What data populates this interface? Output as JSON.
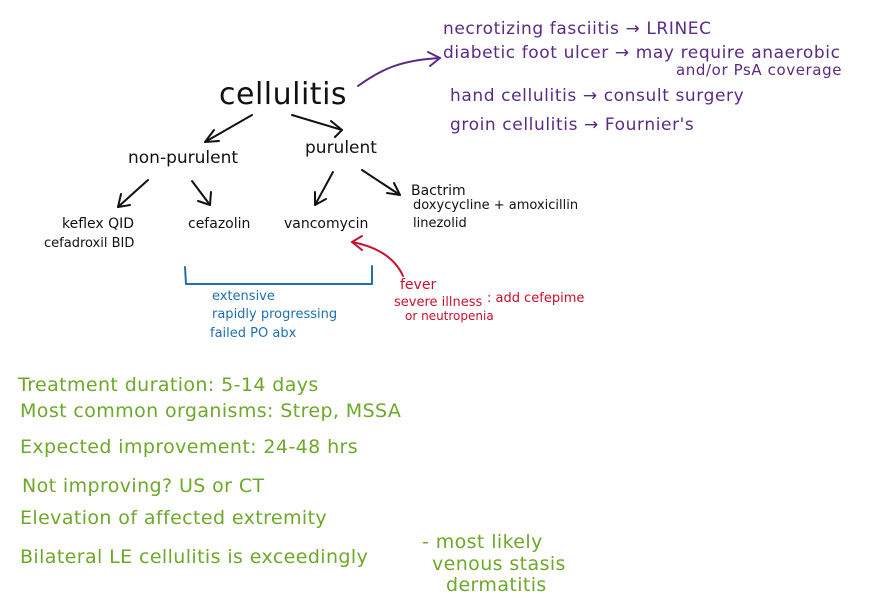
{
  "title": "cellulitis",
  "branches": {
    "non_purulent": "non-purulent",
    "purulent": "purulent"
  },
  "non_purulent_drugs": {
    "keflex": "keflex QID",
    "cefadroxil": "cefadroxil BID",
    "cefazolin": "cefazolin"
  },
  "purulent_drugs": {
    "vancomycin": "vancomycin",
    "bactrim": "Bactrim",
    "doxy": "doxycycline + amoxicillin",
    "linezolid": "linezolid"
  },
  "special_sites": [
    "necrotizing fasciitis → LRINEC",
    "diabetic foot ulcer → may require anaerobic",
    "and/or PsA coverage",
    "hand cellulitis → consult surgery",
    "groin cellulitis → Fournier's"
  ],
  "iv_criteria": [
    "extensive",
    "rapidly progressing",
    "failed PO abx"
  ],
  "vanc_criteria": {
    "fever": "fever",
    "severe": "severe illness",
    "neutropenia": "or neutropenia",
    "cefepime": ": add cefepime"
  },
  "notes": [
    "Treatment duration: 5-14 days",
    "Most common organisms: Strep, MSSA",
    "Expected improvement: 24-48 hrs",
    "Not improving? US or CT",
    "Elevation of affected extremity",
    "Bilateral LE cellulitis is exceedingly",
    "- most likely",
    "venous stasis",
    "dermatitis"
  ],
  "colors": {
    "black": "#111111",
    "purple": "#5b2a86",
    "blue": "#1f6fb2",
    "red": "#c8102e",
    "green": "#6ea82a"
  }
}
